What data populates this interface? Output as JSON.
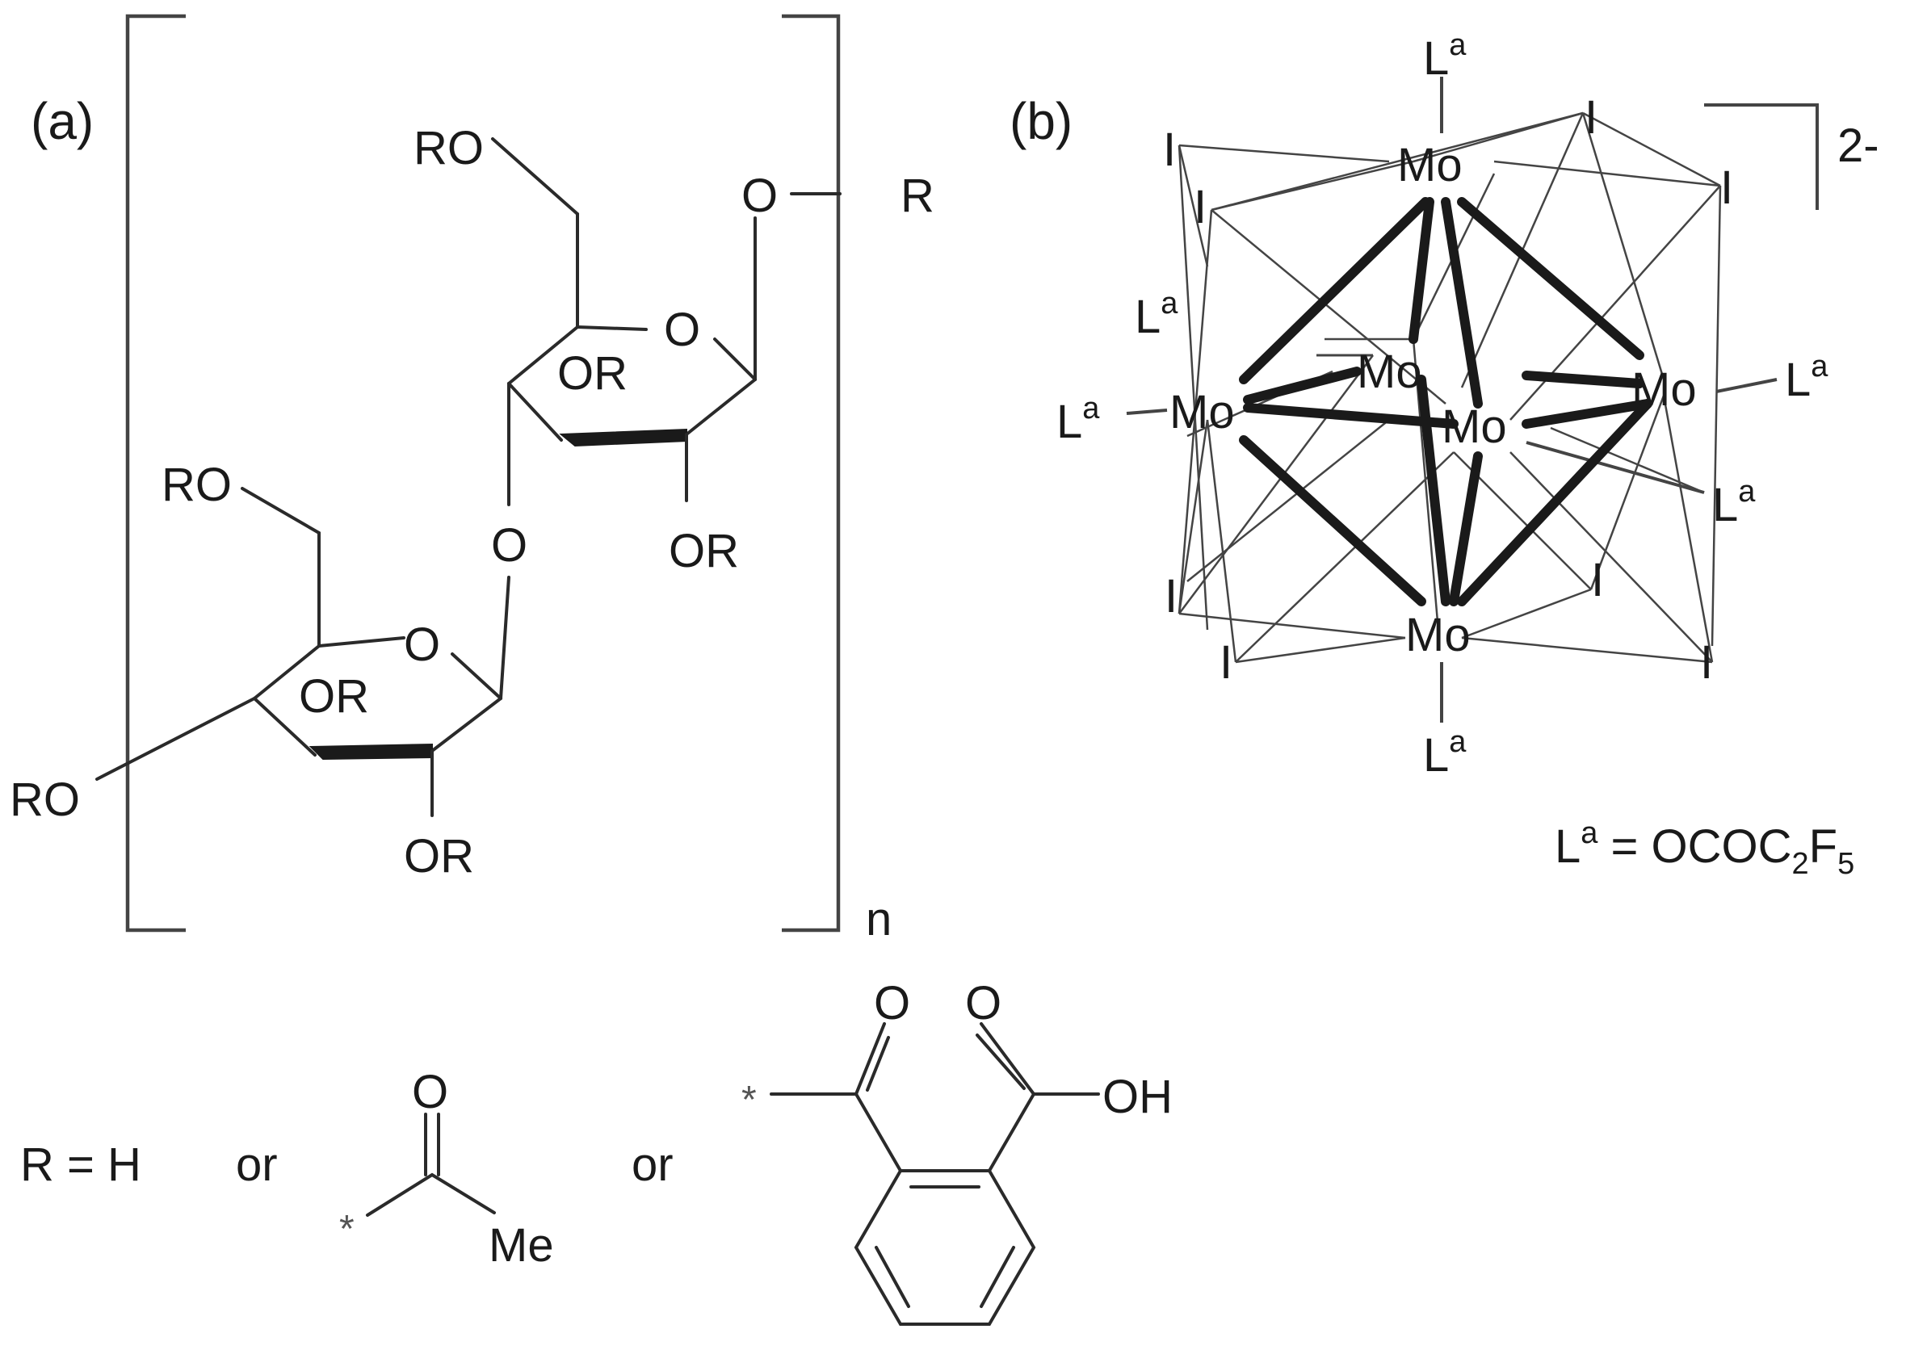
{
  "panel_a": {
    "label": "(a)",
    "repeat": "n",
    "substituents": {
      "ro": "RO",
      "or": "OR",
      "o": "O",
      "r": "R"
    }
  },
  "panel_b": {
    "label": "(b)",
    "charge": "2-",
    "mo": "Mo",
    "iodide": "I",
    "ligand": "L",
    "ligand_sup": "a",
    "definition": {
      "lhs": "L",
      "lhs_sup": "a",
      "eq": " = OCOC",
      "sub1": "2",
      "mid": "F",
      "sub2": "5"
    }
  },
  "r_groups": {
    "prefix": "R = H",
    "or1": "or",
    "or2": "or",
    "acetyl": {
      "o": "O",
      "me": "Me",
      "star": "*"
    },
    "phthalyl": {
      "o1": "O",
      "o2": "O",
      "oh": "OH",
      "star": "*"
    }
  }
}
